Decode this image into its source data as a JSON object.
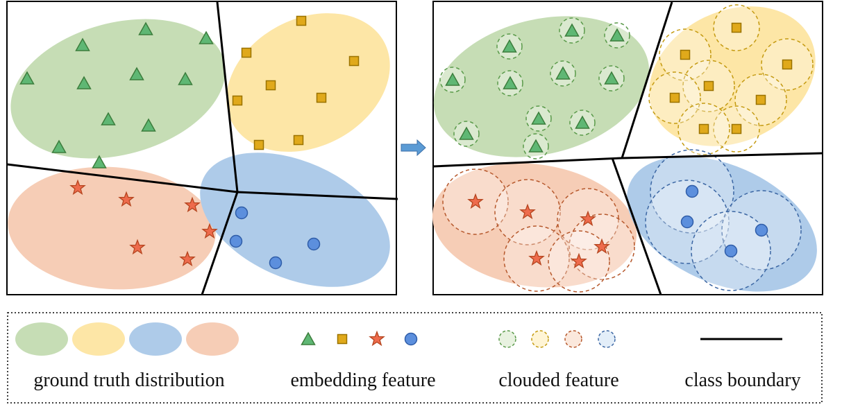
{
  "colors": {
    "green_region": "#c6ddb5",
    "yellow_region": "#fde6a6",
    "blue_region": "#aecbe9",
    "orange_region": "#f6cdb6",
    "triangle_fill": "#5fb774",
    "triangle_stroke": "#3c7d3c",
    "square_fill": "#e0a91b",
    "square_stroke": "#9a7200",
    "star_fill": "#ee6b4c",
    "star_stroke": "#b5451f",
    "circle_fill": "#5c8fdd",
    "circle_stroke": "#2f5da8",
    "arrow": "#5b9bd5",
    "boundary": "#000000"
  },
  "icons": {
    "arrow": "right-arrow-icon",
    "embedding_green": "triangle-icon",
    "embedding_yellow": "square-icon",
    "embedding_orange": "star-icon",
    "embedding_blue": "circle-icon"
  },
  "legend": {
    "ground_truth_label": "ground truth distribution",
    "embedding_label": "embedding feature",
    "clouded_label": "clouded feature",
    "boundary_label": "class boundary"
  }
}
